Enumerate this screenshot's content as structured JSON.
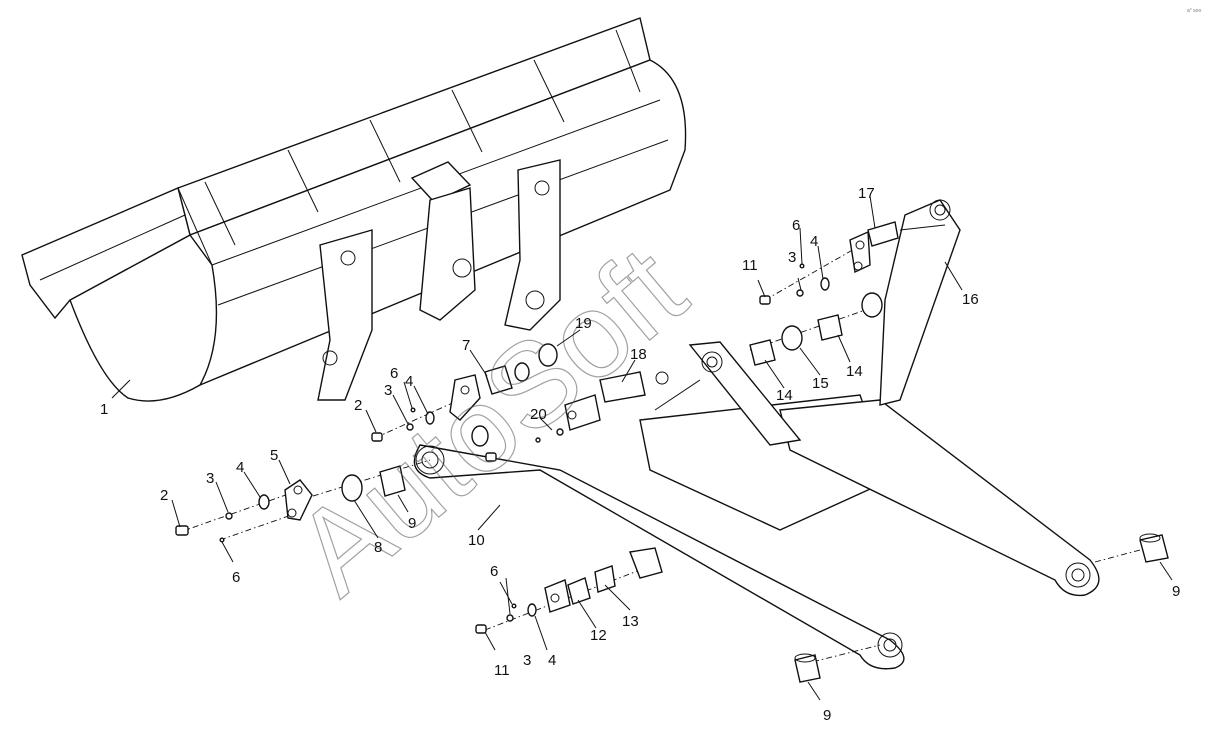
{
  "diagram": {
    "watermark": "AutoSoft",
    "corner_mark": "a° soo",
    "callouts": [
      {
        "id": "c1",
        "label": "1"
      },
      {
        "id": "c2a",
        "label": "2"
      },
      {
        "id": "c2b",
        "label": "2"
      },
      {
        "id": "c3a",
        "label": "3"
      },
      {
        "id": "c3b",
        "label": "3"
      },
      {
        "id": "c3c",
        "label": "3"
      },
      {
        "id": "c3d",
        "label": "3"
      },
      {
        "id": "c4a",
        "label": "4"
      },
      {
        "id": "c4b",
        "label": "4"
      },
      {
        "id": "c4c",
        "label": "4"
      },
      {
        "id": "c4d",
        "label": "4"
      },
      {
        "id": "c5",
        "label": "5"
      },
      {
        "id": "c6a",
        "label": "6"
      },
      {
        "id": "c6b",
        "label": "6"
      },
      {
        "id": "c6c",
        "label": "6"
      },
      {
        "id": "c6d",
        "label": "6"
      },
      {
        "id": "c7",
        "label": "7"
      },
      {
        "id": "c8",
        "label": "8"
      },
      {
        "id": "c9a",
        "label": "9"
      },
      {
        "id": "c9b",
        "label": "9"
      },
      {
        "id": "c9c",
        "label": "9"
      },
      {
        "id": "c10",
        "label": "10"
      },
      {
        "id": "c11a",
        "label": "11"
      },
      {
        "id": "c11b",
        "label": "11"
      },
      {
        "id": "c12",
        "label": "12"
      },
      {
        "id": "c13",
        "label": "13"
      },
      {
        "id": "c14a",
        "label": "14"
      },
      {
        "id": "c14b",
        "label": "14"
      },
      {
        "id": "c15",
        "label": "15"
      },
      {
        "id": "c16",
        "label": "16"
      },
      {
        "id": "c17",
        "label": "17"
      },
      {
        "id": "c18",
        "label": "18"
      },
      {
        "id": "c19",
        "label": "19"
      },
      {
        "id": "c20",
        "label": "20"
      }
    ]
  }
}
